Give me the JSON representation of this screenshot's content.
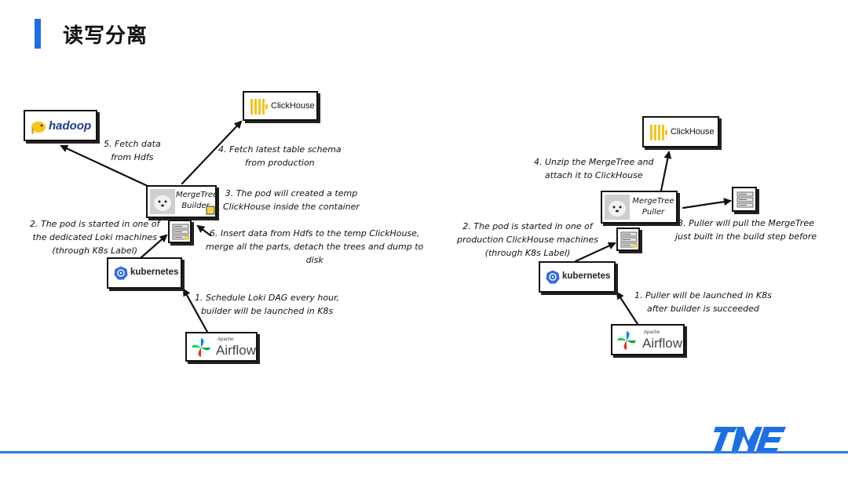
{
  "page": {
    "title": "读写分离"
  },
  "left": {
    "hadoop_label": "hadoop",
    "clickhouse_label": "ClickHouse",
    "mergetree_label": "MergeTree",
    "builder_label": "Builder",
    "kubernetes_label": "kubernetes",
    "airflow_small": "Apache",
    "airflow_big": "Airflow",
    "steps": {
      "s1": "1. Schedule Loki DAG every hour,\nbuilder will be launched in K8s",
      "s2": "2. The pod is started in one of\nthe dedicated Loki machines\n(through K8s Label)",
      "s3": "3. The pod will created a temp\nClickHouse inside the container",
      "s4": "4. Fetch latest table schema\nfrom production",
      "s5": "5. Fetch data\nfrom Hdfs",
      "s6": "6. Insert data from Hdfs to the temp ClickHouse,\nmerge all the parts, detach the trees and dump to\ndisk"
    }
  },
  "right": {
    "clickhouse_label": "ClickHouse",
    "mergetree_label": "MergeTree",
    "puller_label": "Puller",
    "kubernetes_label": "kubernetes",
    "airflow_small": "Apache",
    "airflow_big": "Airflow",
    "steps": {
      "s1": "1. Puller will be launched in K8s\nafter builder is succeeded",
      "s2": "2. The pod is started in one of\nproduction ClickHouse machines\n(through K8s Label)",
      "s3": "3. Puller will pull the MergeTree\njust built in the build step before",
      "s4": "4. Unzip the MergeTree and\nattach it to ClickHouse"
    }
  },
  "colors": {
    "accent": "#1e6fe6",
    "clickhouse_yellow": "#f5c518",
    "k8s_blue": "#326ce5"
  }
}
